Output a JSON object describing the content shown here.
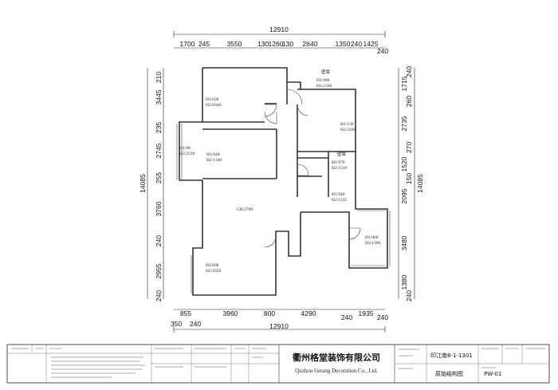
{
  "dims": {
    "top_total": "12910",
    "top_segments": [
      "1700",
      "245",
      "3550",
      "130",
      "1260",
      "130",
      "2640",
      "1350",
      "240",
      "1425"
    ],
    "top_right": "240",
    "bottom_segments": [
      "855",
      "3960",
      "800",
      "4290",
      "1935"
    ],
    "bottom_row2": [
      "350",
      "240",
      "240",
      "240"
    ],
    "bottom_total": "12910",
    "left_segments": [
      "210",
      "3445",
      "235",
      "2745",
      "255",
      "3760",
      "240",
      "2955",
      "240"
    ],
    "left_total": "14085",
    "right_segments": [
      "240",
      "1715",
      "260",
      "2735",
      "270",
      "1520",
      "150",
      "2095",
      "3480",
      "1380",
      "240"
    ],
    "right_total": "14085"
  },
  "rooms": {
    "r1": {
      "h1": "H1:630",
      "h2": "H2:1640"
    },
    "r2": {
      "h1": "H1:940",
      "h2": "H2:1340"
    },
    "r3": {
      "h1": "H1:90",
      "h2": "H2:2210"
    },
    "r4": {
      "h1": "H1:980",
      "h2": "H2:1330",
      "tag": "壁龛"
    },
    "r5": {
      "h1": "H1:130",
      "h2": "H2:2160"
    },
    "r6": {
      "h1": "H1:970",
      "h2": "H2:1310",
      "tag": "壁龛"
    },
    "r7": {
      "h1": "H1:940",
      "h2": "H2:1335"
    },
    "r8": {
      "h1": "H1:960",
      "h2": "H2:1300"
    },
    "r9": {
      "h1": "H1:600",
      "h2": "H2:1650"
    },
    "ceiling": "CH:2700"
  },
  "title_block": {
    "company_cn": "衢州格堂装饰有限公司",
    "company_en": "Quzhou Getang Decoration Co., Ltd.",
    "project": "印江南8-1-1301",
    "drawing": "原始结构图",
    "number": "PW-01"
  }
}
